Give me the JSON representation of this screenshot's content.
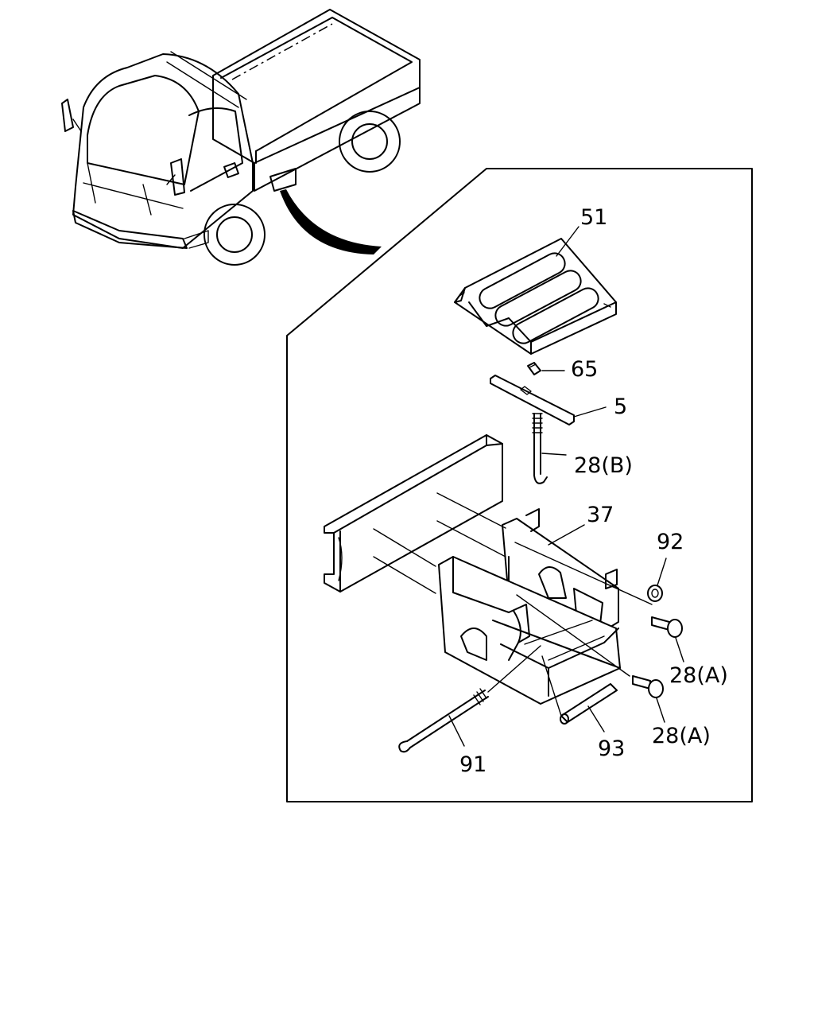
{
  "diagram": {
    "callouts": [
      {
        "id": "c51",
        "text": "51"
      },
      {
        "id": "c65",
        "text": "65"
      },
      {
        "id": "c5",
        "text": "5"
      },
      {
        "id": "c28b",
        "text": "28(B)"
      },
      {
        "id": "c37",
        "text": "37"
      },
      {
        "id": "c92",
        "text": "92"
      },
      {
        "id": "c28a1",
        "text": "28(A)"
      },
      {
        "id": "c28a2",
        "text": "28(A)"
      },
      {
        "id": "c91",
        "text": "91"
      },
      {
        "id": "c93",
        "text": "93"
      }
    ]
  }
}
